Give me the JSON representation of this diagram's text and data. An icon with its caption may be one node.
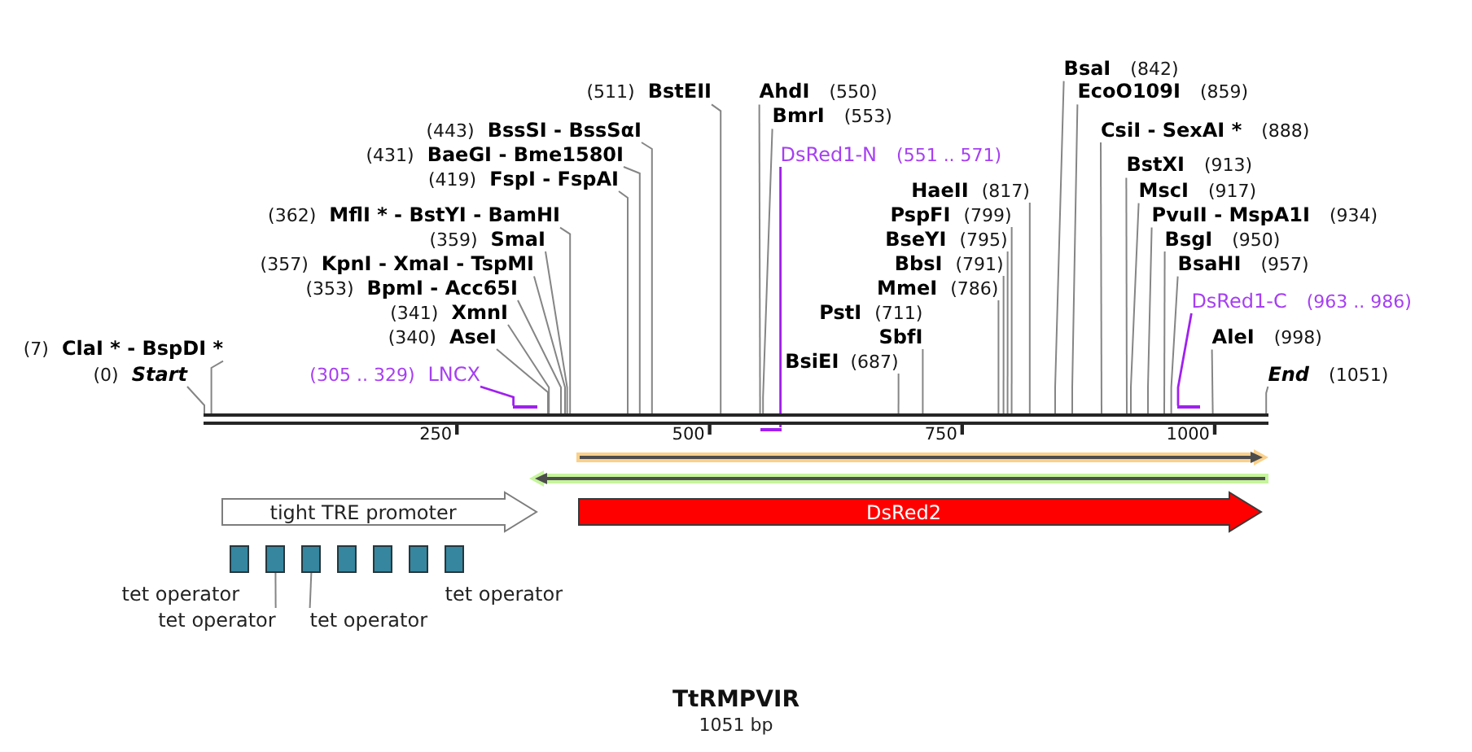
{
  "diagram": {
    "title": "TtRMPVIR",
    "caption": "1051 bp",
    "nodes": [
      {
        "text": [
          "BsaI",
          "(842)"
        ]
      },
      {
        "text": [
          "(511)",
          "BstEII"
        ]
      },
      {
        "text": [
          "AhdI",
          "(550)"
        ]
      },
      {
        "text": [
          "EcoO109I",
          "(859)"
        ]
      },
      {
        "text": [
          "BmrI",
          "(553)"
        ]
      },
      {
        "text": [
          "(443)",
          "BssSI - BssSαI"
        ]
      },
      {
        "text": [
          "CsiI - SexAI *",
          "(888)"
        ]
      },
      {
        "text": [
          "(431)",
          "BaeGI - Bme1580I"
        ]
      },
      {
        "text": [
          "DsRed1-N",
          "(551 .. 571)"
        ]
      },
      {
        "text": [
          "BstXI",
          "(913)"
        ]
      },
      {
        "text": [
          "(419)",
          "FspI - FspAI"
        ]
      },
      {
        "text": [
          "HaeII",
          "(817)"
        ]
      },
      {
        "text": [
          "MscI",
          "(917)"
        ]
      },
      {
        "text": [
          "(362)",
          "MflI * - BstYI - BamHI"
        ]
      },
      {
        "text": [
          "PspFI",
          "(799)"
        ]
      },
      {
        "text": [
          "PvuII - MspA1I",
          "(934)"
        ]
      },
      {
        "text": [
          "(359)",
          "SmaI"
        ]
      },
      {
        "text": [
          "BseYI",
          "(795)"
        ]
      },
      {
        "text": [
          "BsgI",
          "(950)"
        ]
      },
      {
        "text": [
          "(357)",
          "KpnI - XmaI - TspMI"
        ]
      },
      {
        "text": [
          "BbsI",
          "(791)"
        ]
      },
      {
        "text": [
          "BsaHI",
          "(957)"
        ]
      },
      {
        "text": [
          "(353)",
          "BpmI - Acc65I"
        ]
      },
      {
        "text": [
          "MmeI",
          "(786)"
        ]
      },
      {
        "text": [
          "DsRed1-C",
          "(963 .. 986)"
        ]
      },
      {
        "text": [
          "(341)",
          "XmnI"
        ]
      },
      {
        "text": [
          "PstI",
          "(711)",
          "SbfI"
        ]
      },
      {
        "text": [
          "(340)",
          "AseI"
        ]
      },
      {
        "text": [
          "AleI",
          "(998)"
        ]
      },
      {
        "text": [
          "(7)",
          "ClaI * - BspDI *"
        ]
      },
      {
        "text": [
          "BsiEI",
          "(687)"
        ]
      },
      {
        "text": [
          "(0)",
          "Start"
        ]
      },
      {
        "text": [
          "(305 .. 329)",
          "LNCX"
        ]
      },
      {
        "text": [
          "End",
          "(1051)"
        ]
      },
      {
        "text": [],
        "shape": "bar"
      },
      {
        "text": [],
        "shape": "bar"
      },
      {
        "text": [],
        "shape": "bar"
      },
      {
        "text": [],
        "shape": "bar"
      },
      {
        "text": [],
        "shape": "bar"
      },
      {
        "text": [],
        "shape": "bar"
      },
      {
        "text": [
          "tight TRE promoter"
        ]
      },
      {
        "text": [
          "DsRed2"
        ]
      },
      {
        "text": [],
        "shape": "box",
        "beside": [
          "tet operator"
        ]
      },
      {
        "text": [],
        "shape": "box"
      },
      {
        "text": [],
        "shape": "box"
      },
      {
        "text": [],
        "shape": "box"
      },
      {
        "text": [],
        "shape": "box"
      },
      {
        "text": [],
        "shape": "box"
      },
      {
        "text": [],
        "shape": "box",
        "beside": [
          "tet operator"
        ]
      },
      {
        "text": [
          "tet operator"
        ]
      },
      {
        "text": [
          "tet operator"
        ]
      }
    ],
    "edges": [
      {
        "from": 0,
        "to": 34,
        "arrow": "none"
      },
      {
        "from": 1,
        "to": 34,
        "arrow": "none"
      },
      {
        "from": 2,
        "to": 34,
        "arrow": "none"
      },
      {
        "from": 3,
        "to": 34,
        "arrow": "none"
      },
      {
        "from": 4,
        "to": 34,
        "arrow": "none"
      },
      {
        "from": 5,
        "to": 34,
        "arrow": "none"
      },
      {
        "from": 6,
        "to": 34,
        "arrow": "none"
      },
      {
        "from": 7,
        "to": 34,
        "arrow": "none"
      },
      {
        "from": 8,
        "to": 36,
        "arrow": "none",
        "color": "#a020f0"
      },
      {
        "from": 9,
        "to": 34,
        "arrow": "none"
      },
      {
        "from": 10,
        "to": 34,
        "arrow": "none"
      },
      {
        "from": 11,
        "to": 34,
        "arrow": "none"
      },
      {
        "from": 12,
        "to": 34,
        "arrow": "none"
      },
      {
        "from": 13,
        "to": 34,
        "arrow": "none"
      },
      {
        "from": 14,
        "to": 34,
        "arrow": "none"
      },
      {
        "from": 15,
        "to": 34,
        "arrow": "none"
      },
      {
        "from": 16,
        "to": 34,
        "arrow": "none"
      },
      {
        "from": 17,
        "to": 34,
        "arrow": "none"
      },
      {
        "from": 18,
        "to": 34,
        "arrow": "none"
      },
      {
        "from": 19,
        "to": 34,
        "arrow": "none"
      },
      {
        "from": 20,
        "to": 34,
        "arrow": "none"
      },
      {
        "from": 21,
        "to": 34,
        "arrow": "none"
      },
      {
        "from": 22,
        "to": 34,
        "arrow": "none"
      },
      {
        "from": 23,
        "to": 34,
        "arrow": "none"
      },
      {
        "from": 24,
        "to": 37,
        "arrow": "none",
        "color": "#a020f0"
      },
      {
        "from": 25,
        "to": 34,
        "arrow": "none"
      },
      {
        "from": 26,
        "to": 34,
        "arrow": "none"
      },
      {
        "from": 27,
        "to": 34,
        "arrow": "none"
      },
      {
        "from": 28,
        "to": 34,
        "arrow": "none"
      },
      {
        "from": 29,
        "to": 34,
        "arrow": "none"
      },
      {
        "from": 30,
        "to": 34,
        "arrow": "none"
      },
      {
        "from": 31,
        "to": 34,
        "arrow": "none"
      },
      {
        "from": 32,
        "to": 35,
        "arrow": "none",
        "color": "#a020f0"
      },
      {
        "from": 33,
        "to": 34,
        "arrow": "none"
      },
      {
        "from": 49,
        "to": 43,
        "arrow": "none"
      },
      {
        "from": 50,
        "to": 44,
        "arrow": "none"
      }
    ],
    "labels": [
      "250",
      "500",
      "750",
      "1000"
    ]
  }
}
